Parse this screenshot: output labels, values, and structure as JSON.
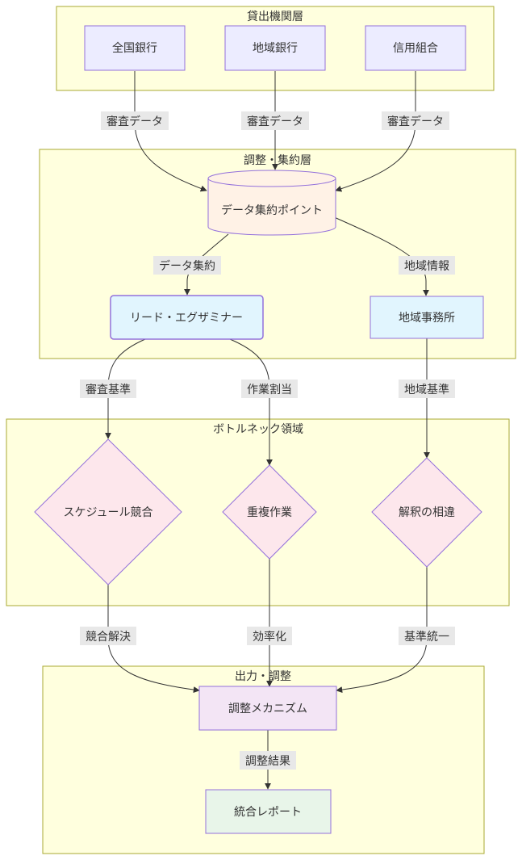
{
  "colors": {
    "cluster_fill": "#ffffde",
    "cluster_stroke": "#aaaa33",
    "default_fill": "#ececff",
    "default_stroke": "#9370db",
    "db_fill": "#fff2e6",
    "reviewer_fill": "#e1f5fe",
    "bottleneck_fill": "#fde7ec",
    "mechanism_fill": "#f3e5f5",
    "report_fill": "#e8f5e9",
    "edge": "#333333",
    "edge_label_bg": "#e8e8e8"
  },
  "clusters": {
    "lenders": "貸出機関層",
    "coordination": "調整・集約層",
    "bottleneck": "ボトルネック領域",
    "output": "出力・調整"
  },
  "nodes": {
    "national_bank": "全国銀行",
    "regional_bank": "地域銀行",
    "credit_union": "信用組合",
    "aggregation_point": "データ集約ポイント",
    "lead_examiner": "リード・エグザミナー",
    "regional_office": "地域事務所",
    "schedule_conflict": "スケジュール競合",
    "duplicate_work": "重複作業",
    "interpretation_diff": "解釈の相違",
    "coordination_mechanism": "調整メカニズム",
    "integrated_report": "統合レポート"
  },
  "edges": {
    "review_data_1": "審査データ",
    "review_data_2": "審査データ",
    "review_data_3": "審査データ",
    "data_aggregation": "データ集約",
    "regional_info": "地域情報",
    "review_criteria": "審査基準",
    "work_assignment": "作業割当",
    "regional_criteria": "地域基準",
    "conflict_resolution": "競合解決",
    "efficiency": "効率化",
    "criteria_unification": "基準統一",
    "coordination_result": "調整結果"
  }
}
